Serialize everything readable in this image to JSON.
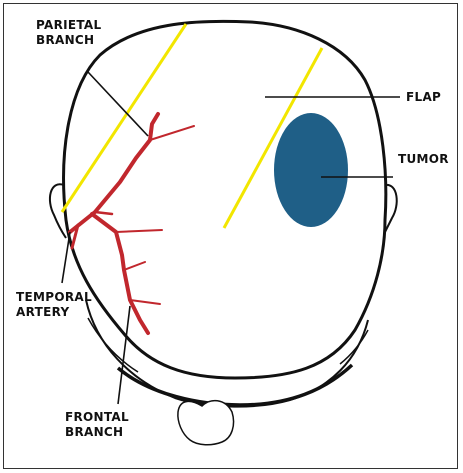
{
  "labels": {
    "parietal_line1": "PARIETAL",
    "parietal_line2": "BRANCH",
    "flap": "FLAP",
    "tumor": "TUMOR",
    "temporal_line1": "TEMPORAL",
    "temporal_line2": "ARTERY",
    "frontal_line1": "FRONTAL",
    "frontal_line2": "BRANCH"
  },
  "colors": {
    "outline": "#111111",
    "artery": "#c1272d",
    "flap_incision": "#f2e600",
    "tumor": "#1f5f87"
  }
}
